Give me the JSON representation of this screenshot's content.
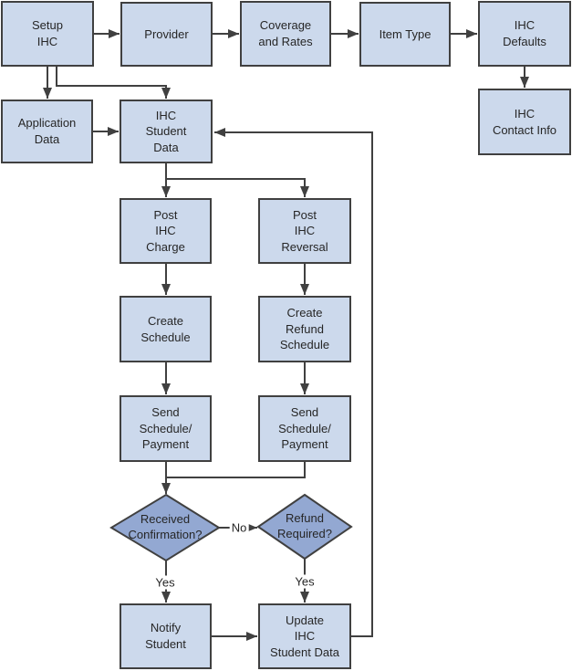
{
  "diagram": {
    "nodes": {
      "setup_ihc": "Setup\nIHC",
      "provider": "Provider",
      "coverage_and_rates": "Coverage\nand Rates",
      "item_type": "Item Type",
      "ihc_defaults": "IHC\nDefaults",
      "ihc_contact_info": "IHC\nContact Info",
      "application_data": "Application\nData",
      "ihc_student_data": "IHC\nStudent\nData",
      "post_ihc_charge": "Post\nIHC\nCharge",
      "post_ihc_reversal": "Post\nIHC\nReversal",
      "create_schedule": "Create\nSchedule",
      "create_refund_schedule": "Create\nRefund\nSchedule",
      "send_schedule_payment_left": "Send\nSchedule/\nPayment",
      "send_schedule_payment_right": "Send\nSchedule/\nPayment",
      "received_confirmation": "Received\nConfirmation?",
      "refund_required": "Refund\nRequired?",
      "notify_student": "Notify\nStudent",
      "update_ihc_student_data": "Update\nIHC\nStudent Data"
    },
    "edge_labels": {
      "no": "No",
      "yes_left": "Yes",
      "yes_right": "Yes"
    }
  },
  "colors": {
    "background": "#ffffff",
    "node_fill": "#ccd9ec",
    "node_border": "#404040",
    "diamond_fill": "#93a8d2",
    "line": "#404040",
    "text": "#262626"
  }
}
